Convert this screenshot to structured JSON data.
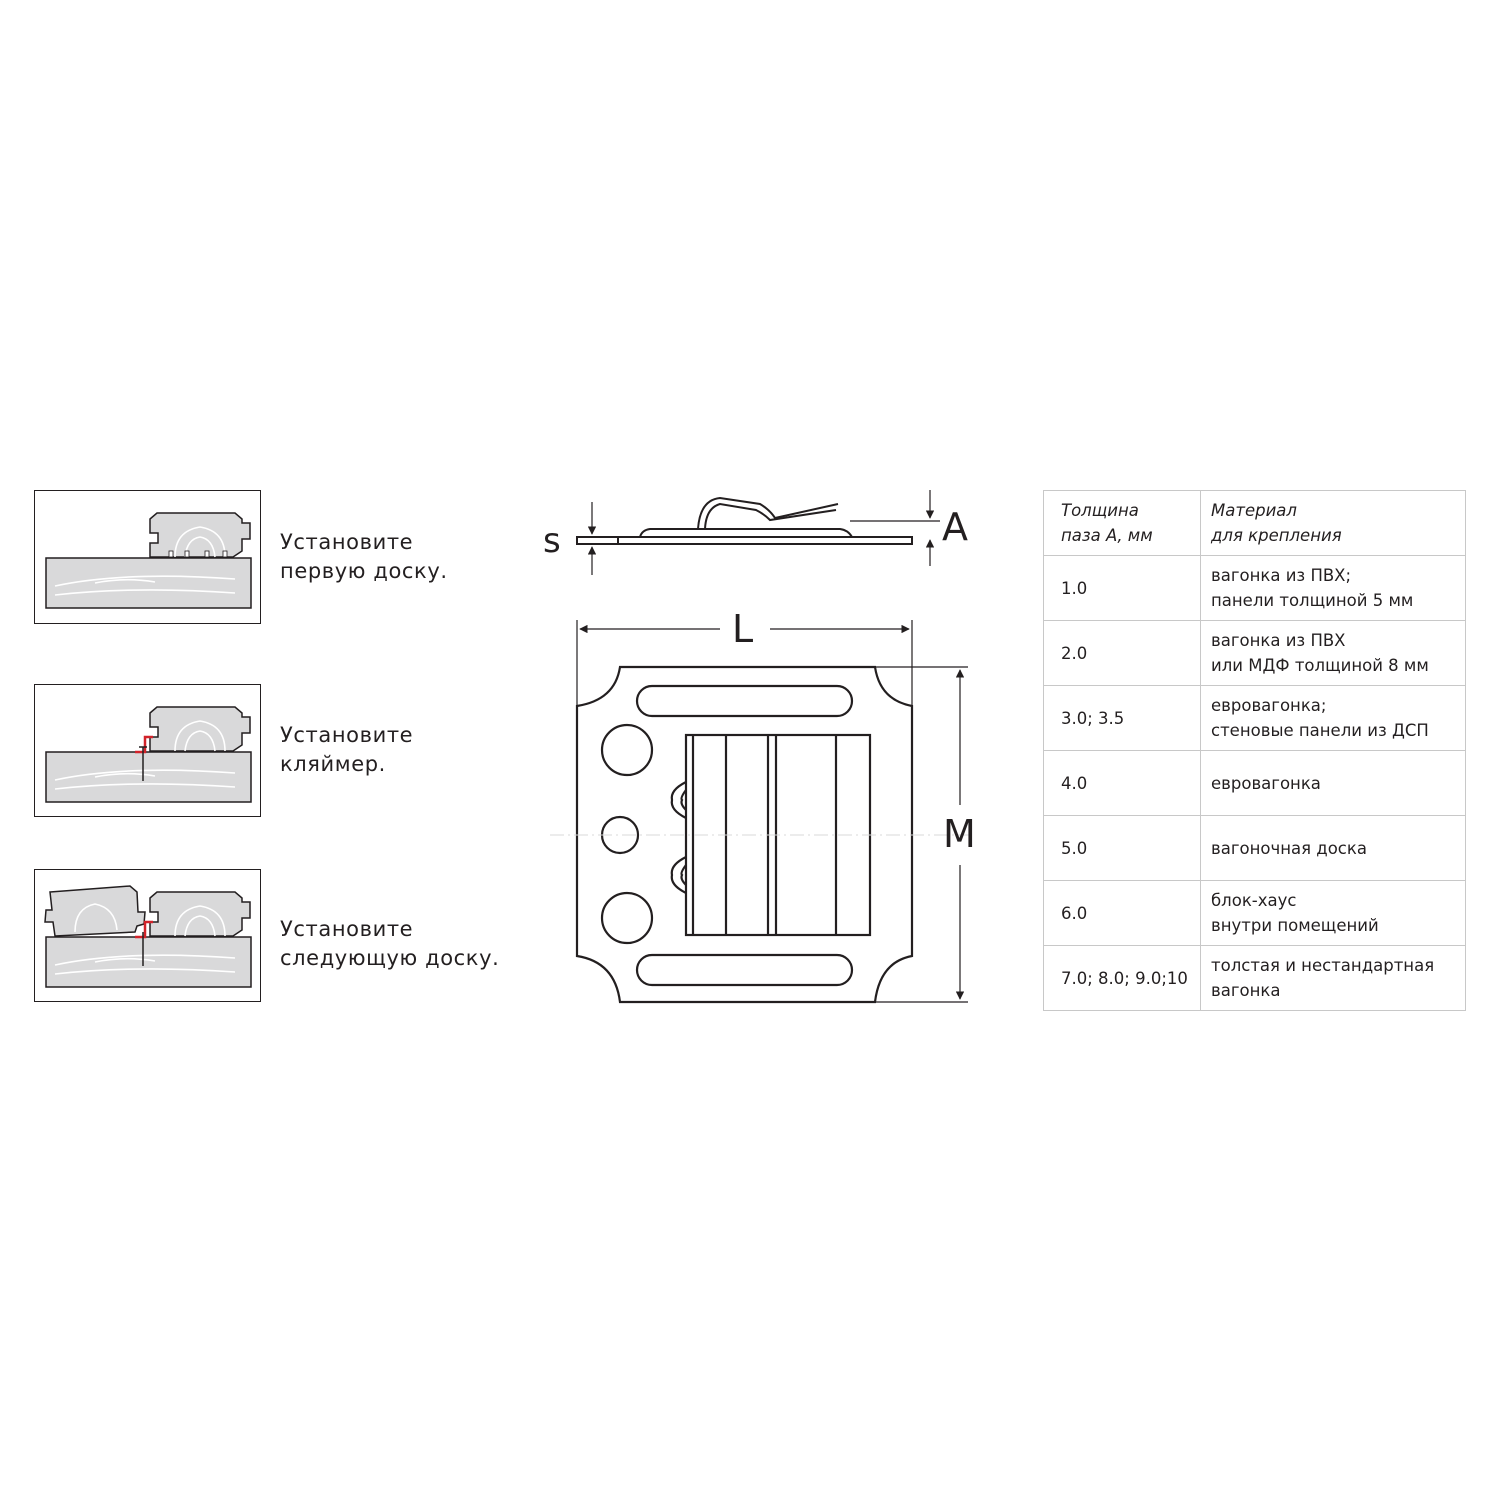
{
  "steps": [
    {
      "lines": [
        "Установите",
        "первую доску."
      ]
    },
    {
      "lines": [
        "Установите",
        "кляймер."
      ]
    },
    {
      "lines": [
        "Установите",
        "следующую доску."
      ]
    }
  ],
  "dimensions": {
    "s": "s",
    "a": "A",
    "l": "L",
    "m": "M"
  },
  "table": {
    "headers": [
      [
        "Толщина",
        "паза А, мм"
      ],
      [
        "Материал",
        "для крепления"
      ]
    ],
    "rows": [
      {
        "thickness": "1.0",
        "material": [
          "вагонка из ПВХ;",
          "панели толщиной 5 мм"
        ]
      },
      {
        "thickness": "2.0",
        "material": [
          "вагонка из ПВХ",
          "или МДФ толщиной 8 мм"
        ]
      },
      {
        "thickness": "3.0; 3.5",
        "material": [
          "евровагонка;",
          "стеновые панели из ДСП"
        ]
      },
      {
        "thickness": "4.0",
        "material": [
          "евровагонка"
        ]
      },
      {
        "thickness": "5.0",
        "material": [
          "вагоночная доска"
        ]
      },
      {
        "thickness": "6.0",
        "material": [
          "блок-хаус",
          "внутри помещений"
        ]
      },
      {
        "thickness": "7.0; 8.0; 9.0;10",
        "material": [
          "толстая и нестандартная",
          "вагонка"
        ]
      }
    ]
  },
  "colors": {
    "line": "#231f20",
    "wood": "#d9d9da",
    "clip": "#d2232a",
    "grid": "#c8c8c8"
  }
}
